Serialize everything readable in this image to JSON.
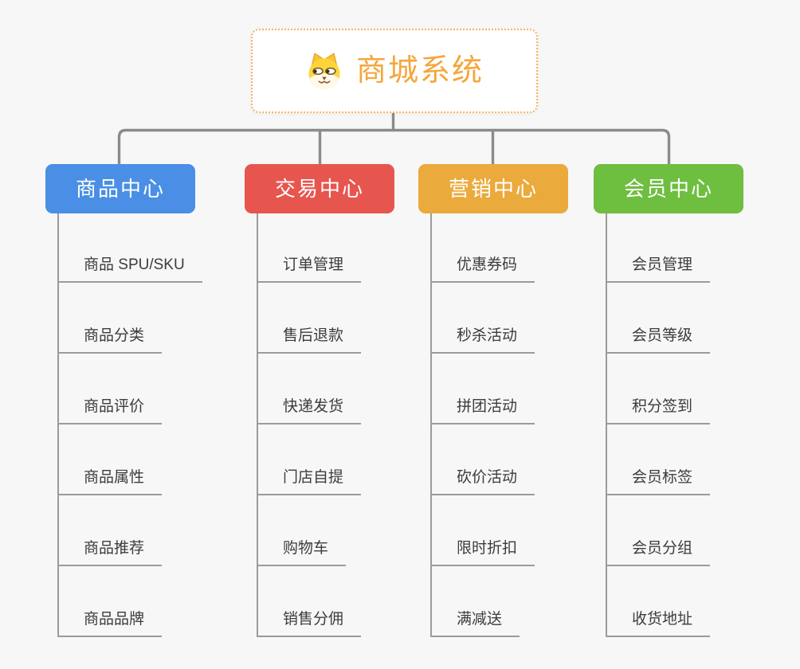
{
  "root": {
    "title": "商城系统",
    "icon": "doge-icon"
  },
  "branches": [
    {
      "label": "商品中心",
      "color": "#4A8FE5",
      "children": [
        "商品 SPU/SKU",
        "商品分类",
        "商品评价",
        "商品属性",
        "商品推荐",
        "商品品牌"
      ]
    },
    {
      "label": "交易中心",
      "color": "#E7564E",
      "children": [
        "订单管理",
        "售后退款",
        "快递发货",
        "门店自提",
        "购物车",
        "销售分佣"
      ]
    },
    {
      "label": "营销中心",
      "color": "#EBAA3C",
      "children": [
        "优惠券码",
        "秒杀活动",
        "拼团活动",
        "砍价活动",
        "限时折扣",
        "满减送"
      ]
    },
    {
      "label": "会员中心",
      "color": "#6EBE40",
      "children": [
        "会员管理",
        "会员等级",
        "积分签到",
        "会员标签",
        "会员分组",
        "收货地址"
      ]
    }
  ],
  "colors": {
    "accent_orange": "#F5A63C",
    "root_border": "#F3B35C",
    "connector": "#8B8B8B",
    "underline": "#9B9B9B",
    "leaf_text": "#3C3C3C",
    "background": "#F7F7F7",
    "branch_text": "#FFFFFF"
  }
}
